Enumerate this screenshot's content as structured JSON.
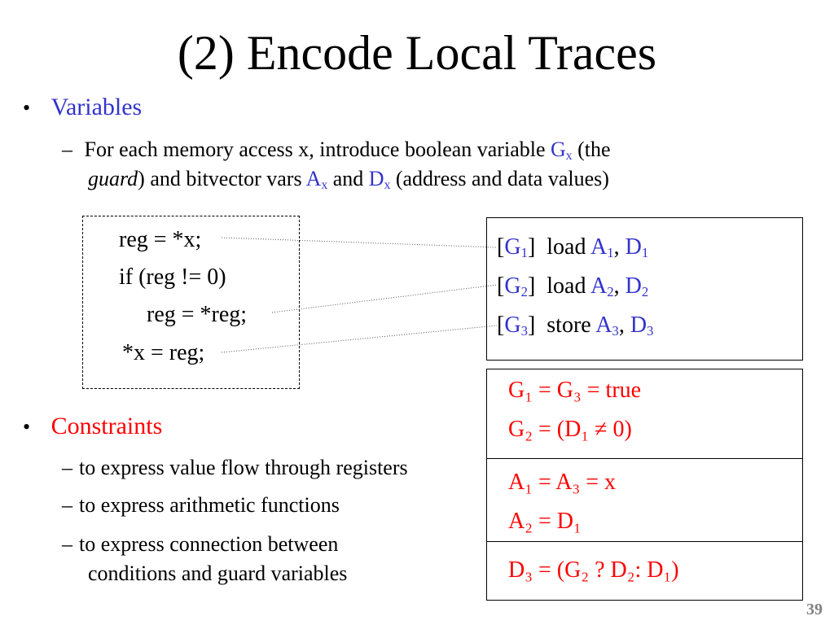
{
  "slide": {
    "title": "(2) Encode Local Traces",
    "page_number": "39"
  },
  "bullets": {
    "variables": {
      "marker": "•",
      "heading": "Variables",
      "dash": "–",
      "line1_pre": "For each memory access x, introduce boolean variable ",
      "line1_var": "G",
      "line1_sub": "x",
      "line1_post": " (the",
      "line2_guard": "guard",
      "line2_mid": ") and bitvector vars ",
      "line2_a": "A",
      "line2_a_sub": "x",
      "line2_and": " and ",
      "line2_d": "D",
      "line2_d_sub": "x",
      "line2_post": " (address and data values)"
    },
    "constraints": {
      "marker": "•",
      "heading": "Constraints",
      "dash": "–",
      "items": [
        "to express value flow through registers",
        "to express arithmetic functions",
        "to express connection between",
        "conditions and guard variables"
      ]
    }
  },
  "code": {
    "lines": [
      "reg = *x;",
      "if (reg != 0)",
      "reg = *reg;",
      "*x = reg;"
    ]
  },
  "trace": {
    "rows": [
      {
        "g": "G",
        "i": "1",
        "op": "load",
        "a": "A",
        "d": "D"
      },
      {
        "g": "G",
        "i": "2",
        "op": "load",
        "a": "A",
        "d": "D"
      },
      {
        "g": "G",
        "i": "3",
        "op": "store",
        "a": "A",
        "d": "D"
      }
    ]
  },
  "equations": {
    "e1": "G₁ = G₃ = true",
    "e2": "G₂ = (D₁ ≠ 0)",
    "e3": "A₁ = A₃ = x",
    "e4": "A₂ = D₁",
    "e5": "D₃ = (G₂ ? D₂: D₁)"
  },
  "colors": {
    "blue": "#3333cc",
    "red": "#ff0000"
  }
}
